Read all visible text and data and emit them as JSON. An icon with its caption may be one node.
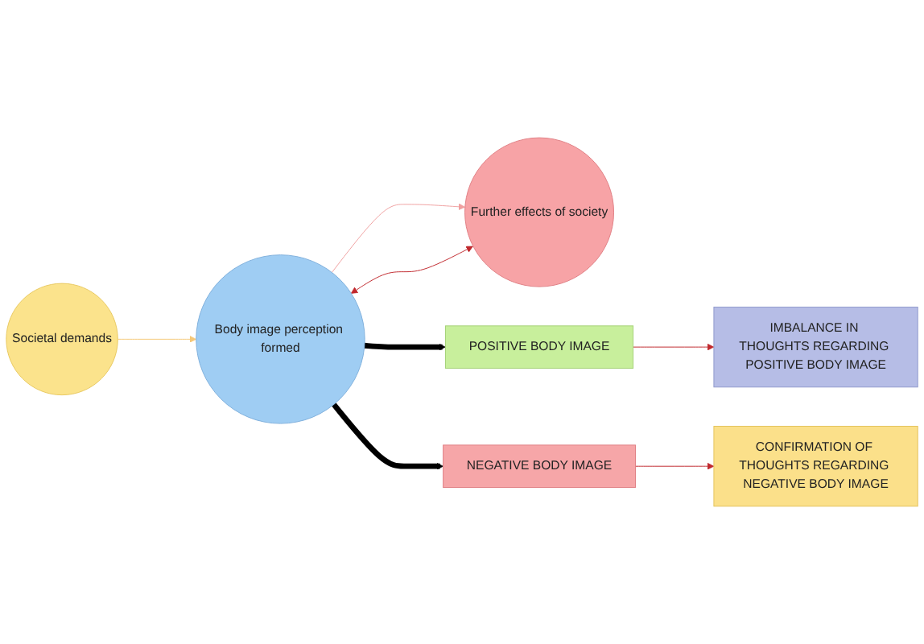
{
  "diagram": {
    "nodes": [
      {
        "text": [
          "Societal demands"
        ]
      },
      {
        "text": [
          "Body image perception formed"
        ]
      },
      {
        "text": [
          "Further effects of society"
        ]
      },
      {
        "text": [
          "IMBALANCE IN THOUGHTS REGARDING POSITIVE BODY IMAGE"
        ]
      },
      {
        "text": [
          "POSITIVE BODY IMAGE"
        ]
      },
      {
        "text": [
          "CONFIRMATION OF THOUGHTS REGARDING NEGATIVE BODY IMAGE"
        ]
      },
      {
        "text": [
          "NEGATIVE BODY IMAGE"
        ]
      }
    ],
    "edges": [
      {
        "from": 0,
        "to": 1,
        "arrow": "to",
        "color": "#f5c878"
      },
      {
        "from": 1,
        "to": 2,
        "arrow": "to",
        "color": "#f0a0a0"
      },
      {
        "from": 2,
        "to": 1,
        "arrow": "both",
        "color": "#c0282d"
      },
      {
        "from": 1,
        "to": 4,
        "arrow": "to",
        "style": "thick",
        "color": "#000000"
      },
      {
        "from": 1,
        "to": 6,
        "arrow": "to",
        "style": "thick",
        "color": "#000000"
      },
      {
        "from": 4,
        "to": 3,
        "arrow": "to",
        "color": "#c0282d"
      },
      {
        "from": 6,
        "to": 5,
        "arrow": "to",
        "color": "#c0282d"
      }
    ]
  }
}
